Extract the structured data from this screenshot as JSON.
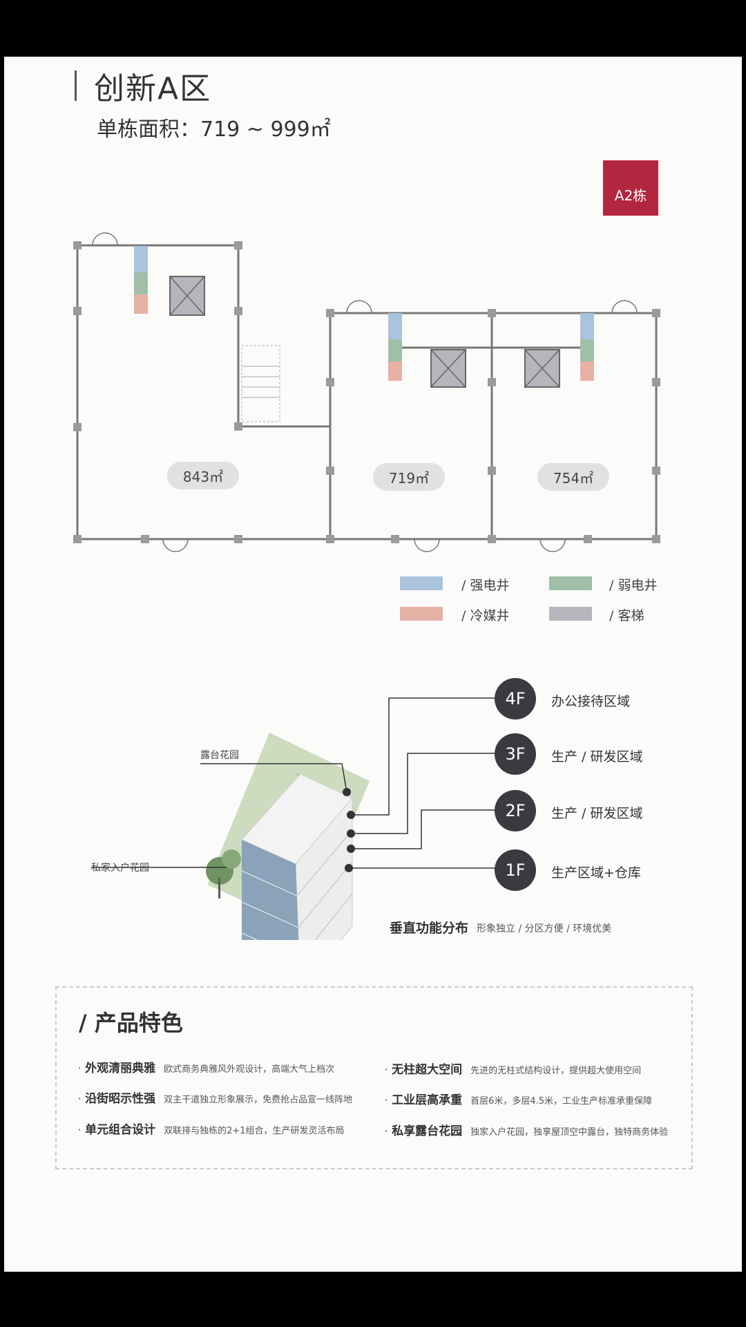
{
  "header": {
    "title": "创新A区",
    "area_line": "单栋面积：719 ~ 999㎡"
  },
  "building_badge": "A2栋",
  "units": [
    {
      "area": "843㎡"
    },
    {
      "area": "719㎡"
    },
    {
      "area": "754㎡"
    }
  ],
  "legend": [
    {
      "label": "/ 强电井",
      "color": "#a9c4dc"
    },
    {
      "label": "/ 弱电井",
      "color": "#9fbfa8"
    },
    {
      "label": "/ 冷媒井",
      "color": "#e6b1a5"
    },
    {
      "label": "/ 客梯",
      "color": "#b5b6bb"
    }
  ],
  "floors": [
    {
      "level": "4F",
      "function": "办公接待区域"
    },
    {
      "level": "3F",
      "function": "生产 / 研发区域"
    },
    {
      "level": "2F",
      "function": "生产 / 研发区域"
    },
    {
      "level": "1F",
      "function": "生产区域+仓库"
    }
  ],
  "callouts": {
    "terrace": "露台花园",
    "entry_garden": "私家入户花园"
  },
  "vertical": {
    "title": "垂直功能分布",
    "subtitle": "形象独立 / 分区方便 / 环境优美"
  },
  "features": {
    "title": "/ 产品特色",
    "items": [
      {
        "name": "外观清丽典雅",
        "desc": "欧式商务典雅风外观设计，高端大气上档次"
      },
      {
        "name": "沿街昭示性强",
        "desc": "双主干道独立形象展示，免费抢占品宣一线阵地"
      },
      {
        "name": "单元组合设计",
        "desc": "双联排与独栋的2+1组合，生产研发灵活布局"
      },
      {
        "name": "无柱超大空间",
        "desc": "先进的无柱式结构设计，提供超大使用空间"
      },
      {
        "name": "工业层高承重",
        "desc": "首层6米，多层4.5米，工业生产标准承重保障"
      },
      {
        "name": "私享露台花园",
        "desc": "独家入户花园，独享屋顶空中露台，独特商务体验"
      }
    ]
  },
  "colors": {
    "accent": "#b3263f",
    "floor_circle": "#3b3a41",
    "building_blue": "#7e99b0",
    "terrace_green": "#9fbf8e"
  }
}
